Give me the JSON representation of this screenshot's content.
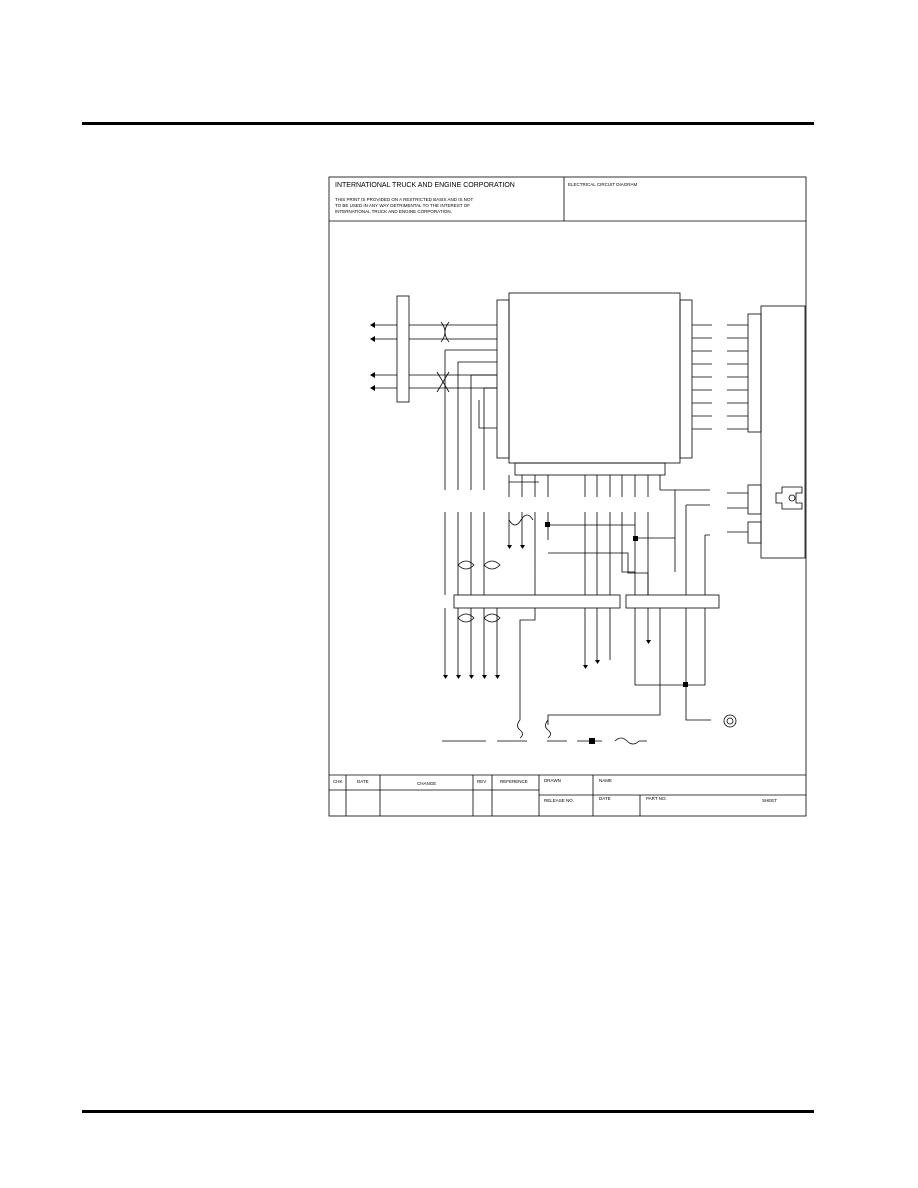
{
  "header": {
    "company": "INTERNATIONAL TRUCK AND ENGINE CORPORATION",
    "notice": [
      "THIS PRINT IS PROVIDED ON A RESTRICTED BASIS AND IS NOT",
      "TO BE USED IN ANY WAY DETRIMENTAL TO THE INTEREST OF",
      "INTERNATIONAL TRUCK AND ENGINE CORPORATION."
    ],
    "drawing_title": "ELECTRICAL CIRCUIT DIAGRAM"
  },
  "title_block": {
    "chk": "CHK",
    "date": "DATE",
    "change": "CHANGE",
    "rev": "REV",
    "reference": "REFERENCE",
    "drawn": "DRAWN",
    "name": "NAME",
    "release_no": "RELEASE NO.",
    "date2": "DATE",
    "part_no": "PART NO.",
    "sheet": "SHEET"
  }
}
